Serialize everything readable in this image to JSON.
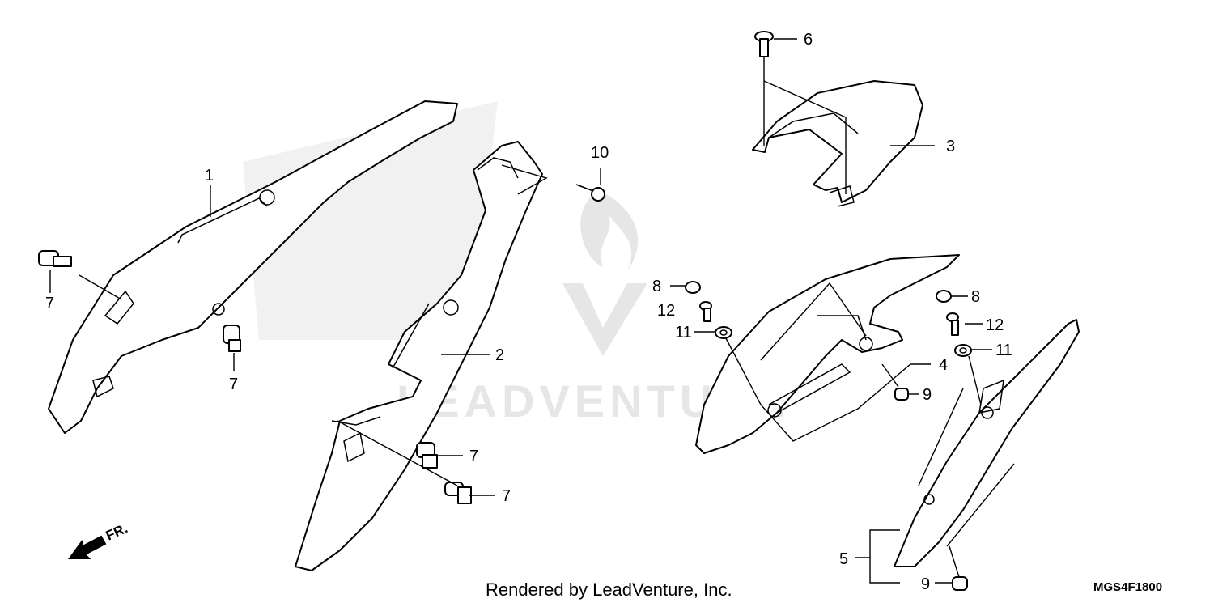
{
  "callouts": {
    "c1": "1",
    "c2": "2",
    "c3": "3",
    "c4": "4",
    "c5": "5",
    "c6": "6",
    "c7": "7",
    "c8": "8",
    "c9": "9",
    "c10": "10",
    "c11": "11",
    "c12": "12"
  },
  "front_arrow_label": "FR.",
  "watermark_text": "LEADVENTURE",
  "footer_text": "Rendered by LeadVenture, Inc.",
  "diagram_code": "MGS4F1800",
  "colors": {
    "line": "#000000",
    "watermark": "#e6e6e6",
    "background": "#ffffff"
  }
}
